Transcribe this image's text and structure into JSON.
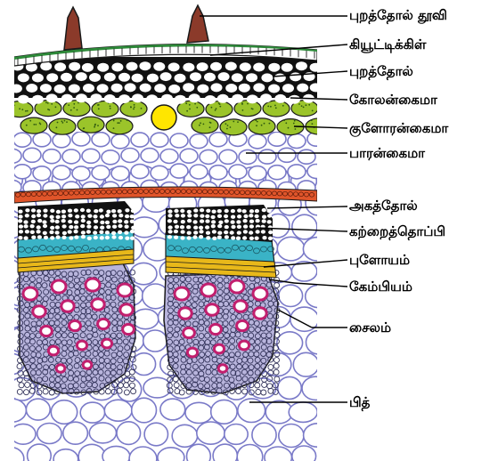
{
  "labels": {
    "epidermal_hair": "புறத்தோல் தூவி",
    "cuticle": "கியூட்டிக்கிள்",
    "epidermis": "புறத்தோல்",
    "collenchyma": "கோலன்கைமா",
    "chlorenchyma": "குளோரன்கைமா",
    "parenchyma": "பாரன்கைமா",
    "endodermis": "அகத்தோல்",
    "sclerenchyma_cap": "கற்றைத்தொப்பி",
    "phloem": "புளோயம்",
    "cambium": "கேம்பியம்",
    "xylem": "சைலம்",
    "pith": "பித்"
  },
  "colors": {
    "outline": "#1a1a1a",
    "cuticle_green": "#2e8b3a",
    "hair_fill": "#8b3a2a",
    "chlorenchyma_green": "#9bc42a",
    "chlorenchyma_dots": "#2f5a10",
    "resin_duct": "#ffe600",
    "cell_wall_blue": "#7a7ac8",
    "endodermis_orange": "#e0552a",
    "sclerenchyma_black": "#111111",
    "phloem_cyan": "#3ab3c6",
    "cambium_yellow": "#e8b81a",
    "xylem_purple": "#b8b4dc",
    "xylem_vessel": "#c21f6e"
  }
}
